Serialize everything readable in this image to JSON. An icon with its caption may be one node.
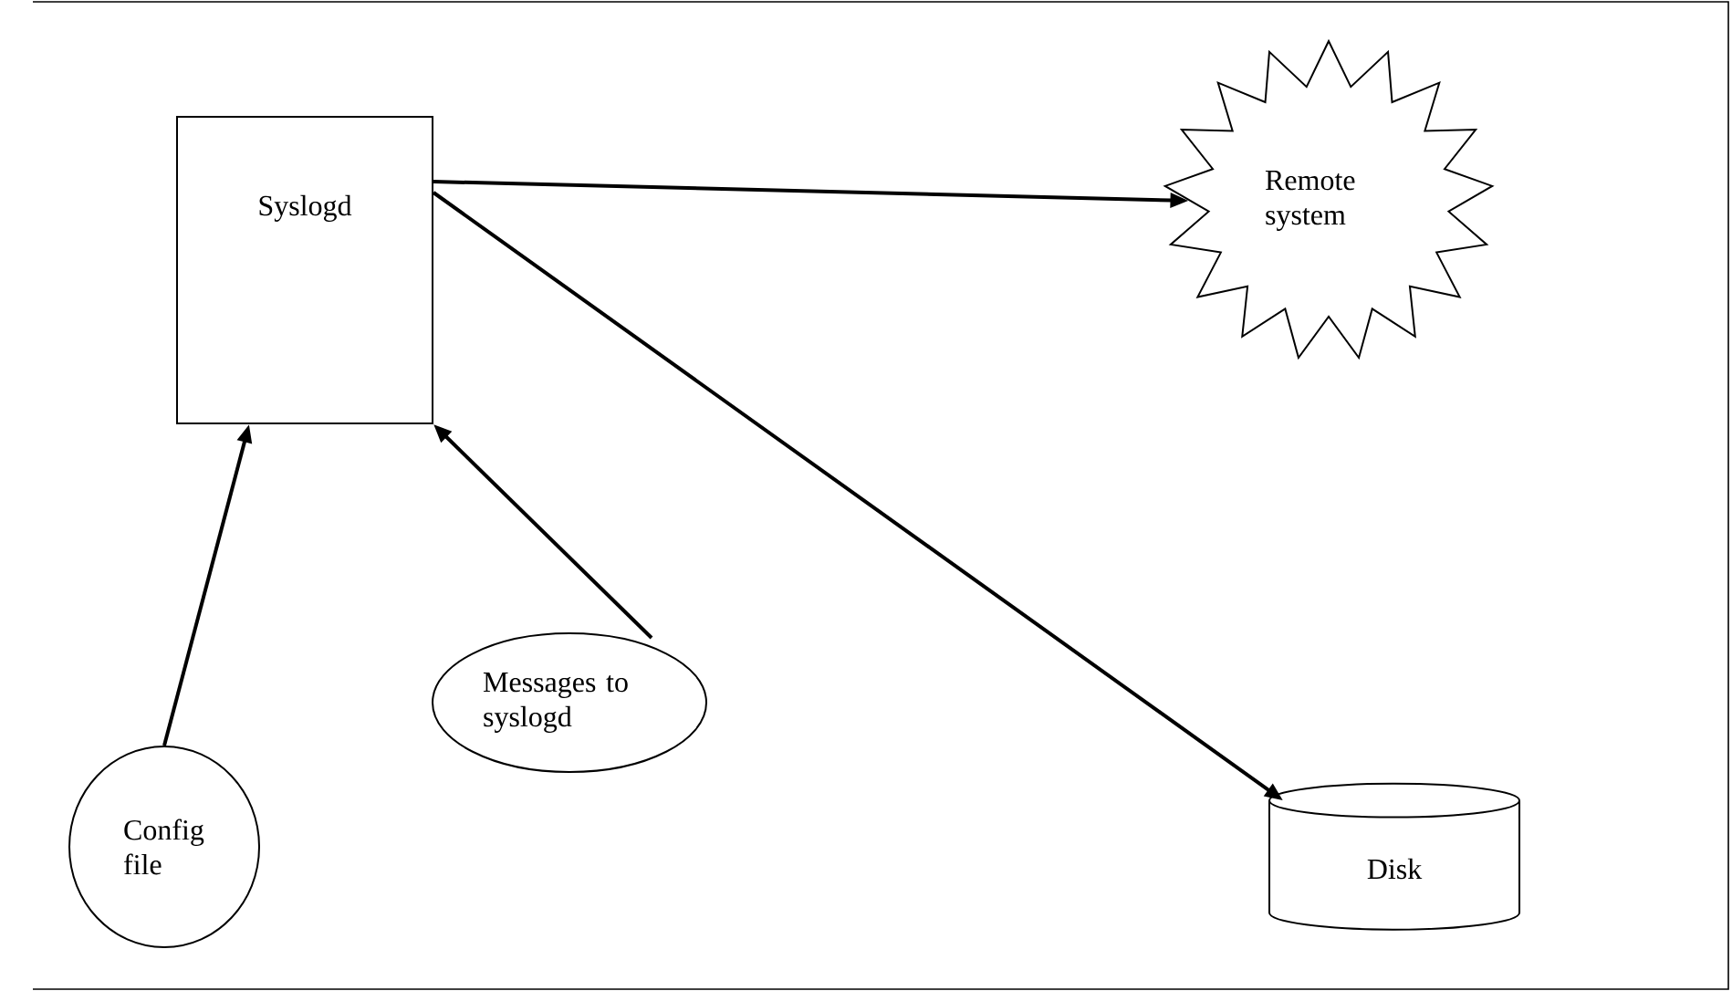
{
  "diagram": {
    "nodes": [
      {
        "text": [
          "Syslogd"
        ]
      },
      {
        "text": [
          "Remote system"
        ]
      },
      {
        "text": [
          "Config file"
        ]
      },
      {
        "text": [
          "Messages to syslogd"
        ]
      },
      {
        "text": [
          "Disk"
        ]
      }
    ],
    "edges": [
      {
        "from": 0,
        "to": 1,
        "arrow": "to"
      },
      {
        "from": 0,
        "to": 4,
        "arrow": "to"
      },
      {
        "from": 2,
        "to": 0,
        "arrow": "to"
      },
      {
        "from": 3,
        "to": 0,
        "arrow": "to"
      }
    ]
  }
}
